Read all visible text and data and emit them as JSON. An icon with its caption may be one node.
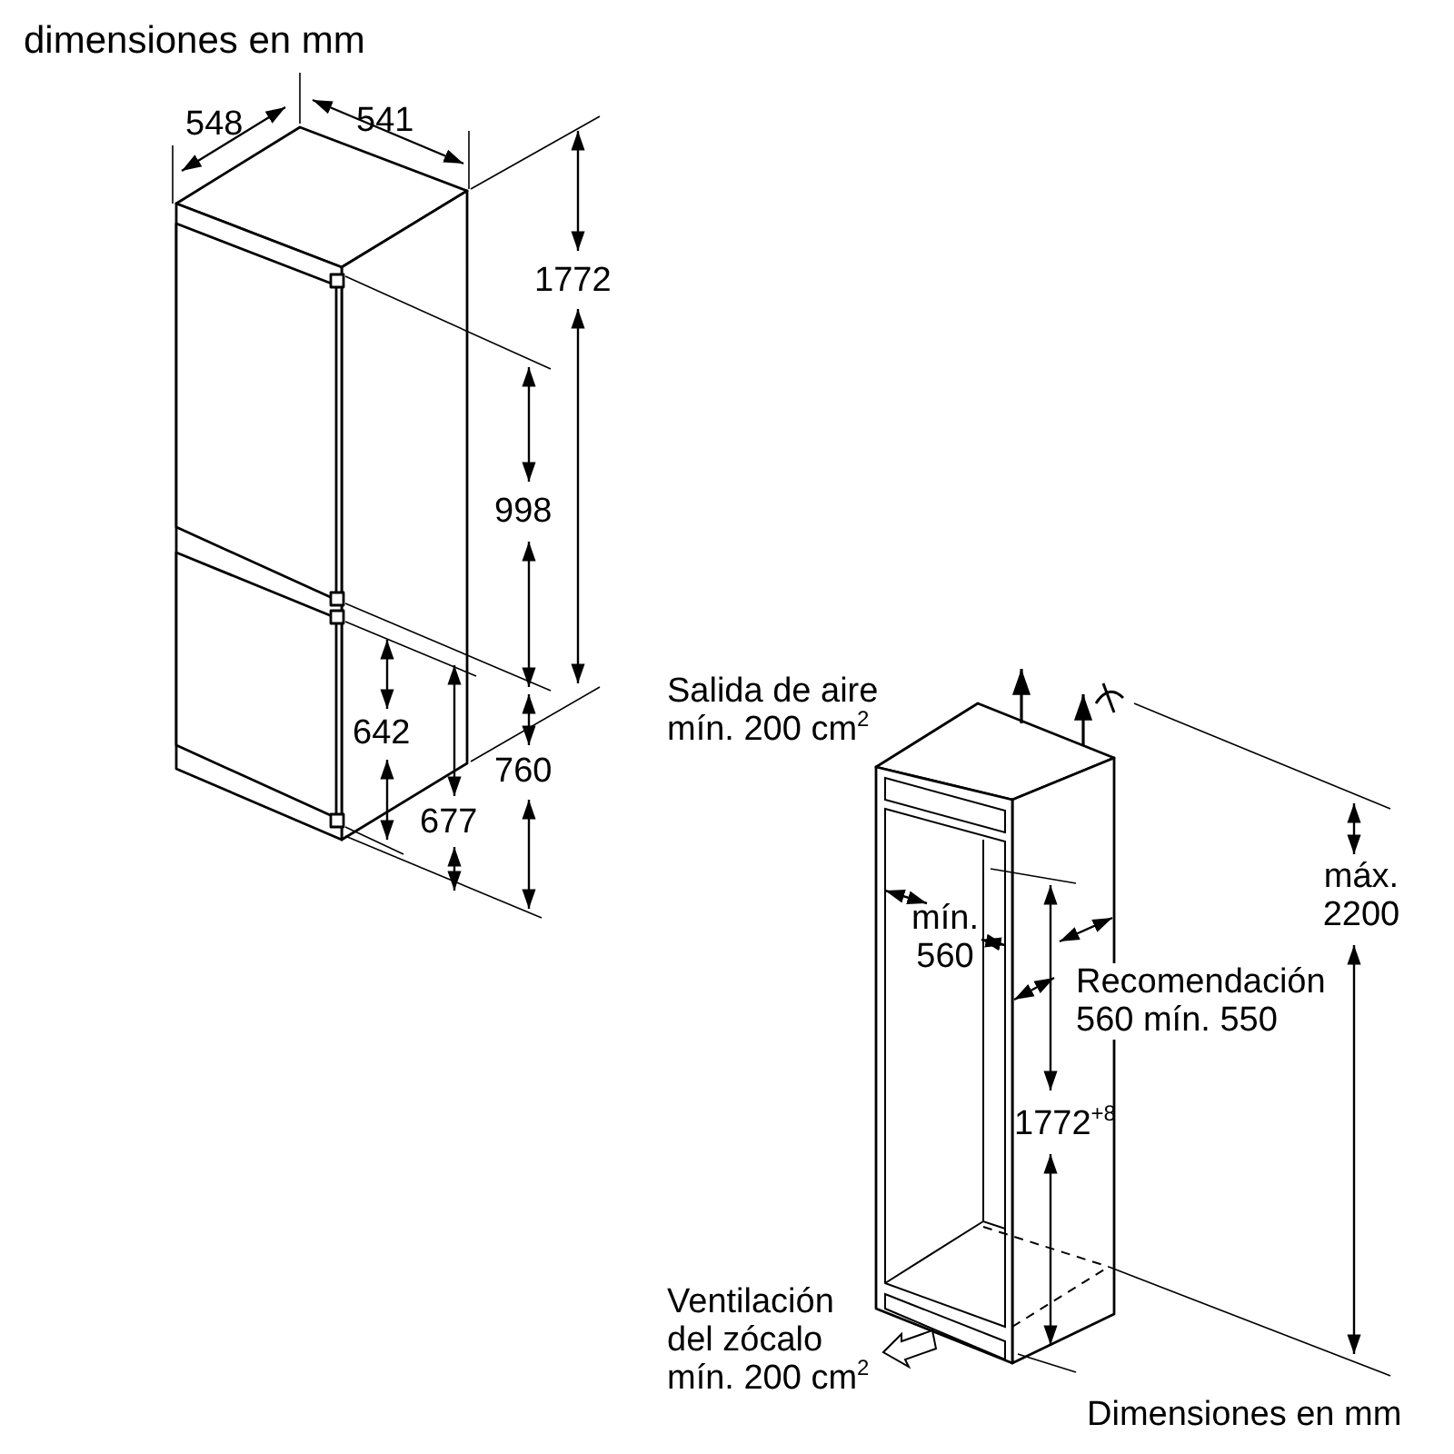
{
  "diagram": {
    "title": "dimensiones en mm",
    "caption": "Dimensiones en mm",
    "labels": [
      "548",
      "541",
      "1772",
      "998",
      "642",
      "760",
      "677",
      "Salida de aire mín. 200 cm$^{2}$",
      "mín. 560",
      "Recomendación 560 mín. 550",
      "máx. 2200",
      "1772$^{+8}$",
      "Ventilación del zócalo mín. 200 cm$^{2}$"
    ]
  }
}
